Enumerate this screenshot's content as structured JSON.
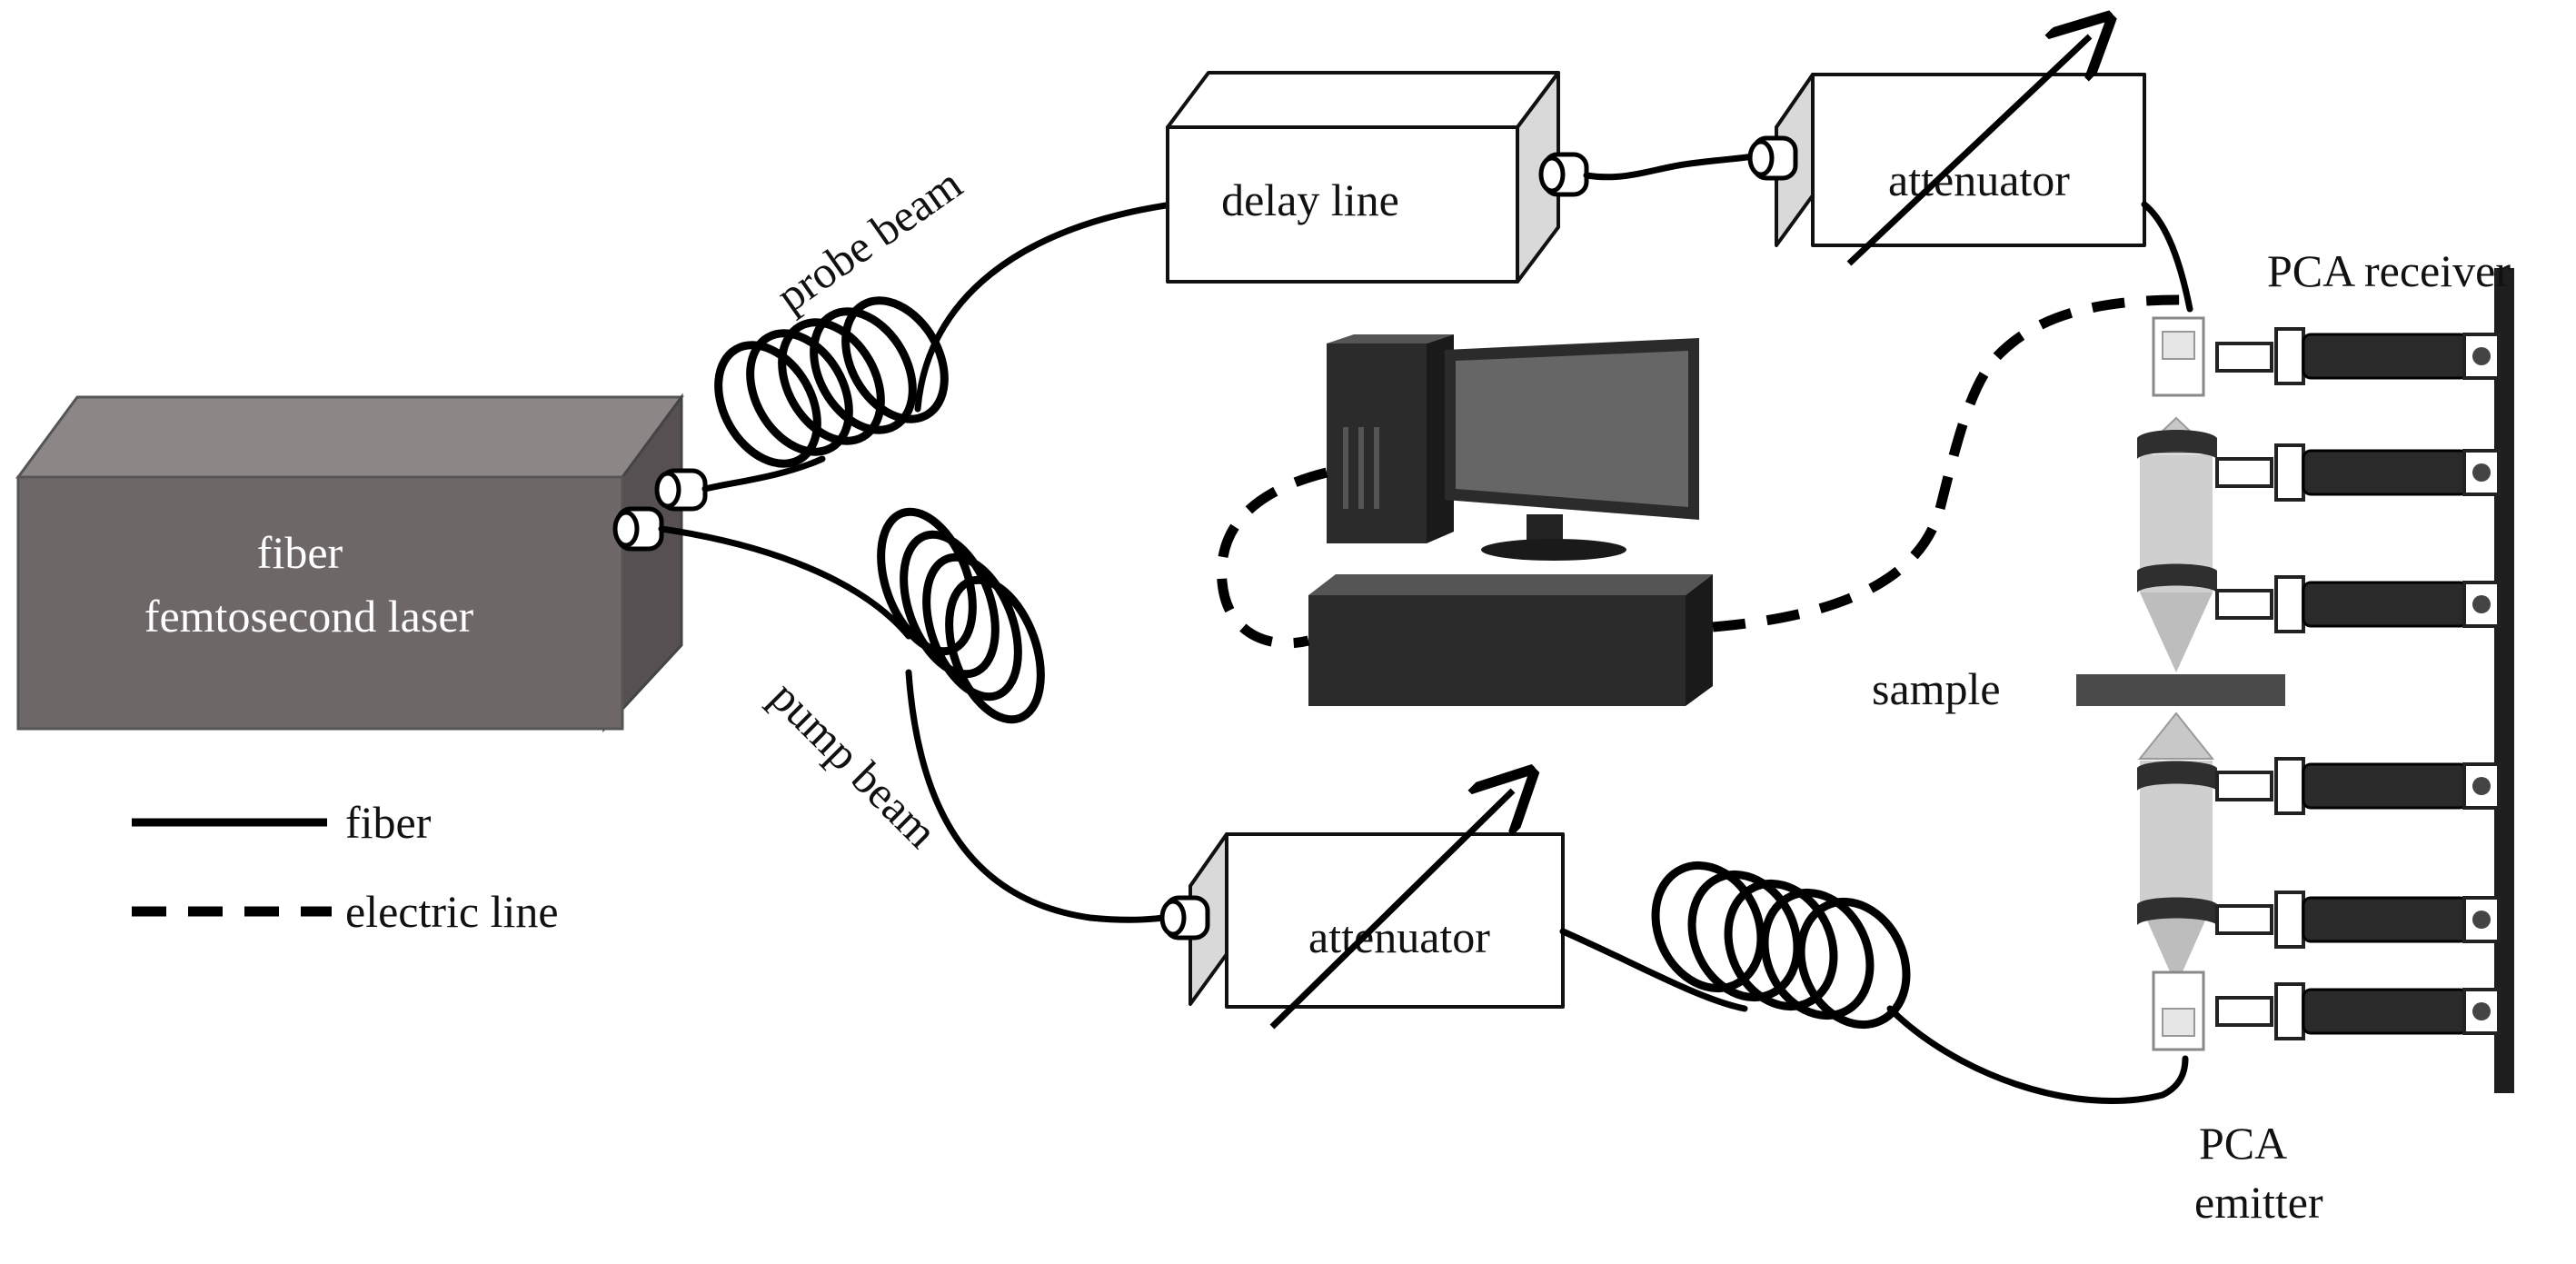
{
  "labels": {
    "laser_line1": "fiber",
    "laser_line2": "femtosecond laser",
    "probe_beam": "probe beam",
    "pump_beam": "pump beam",
    "delay_line": "delay line",
    "attenuator_top": "attenuator",
    "attenuator_bottom": "attenuator",
    "pca_receiver": "PCA receiver",
    "sample": "sample",
    "pca_emitter_line1": "PCA",
    "pca_emitter_line2": "emitter"
  },
  "legend": {
    "fiber": "fiber",
    "electric_line": "electric line"
  },
  "colors": {
    "laser_front": "#6e6768",
    "laser_top": "#8c8687",
    "laser_side": "#565052",
    "computer": "#2b2b2b",
    "lens": "#cfcfcf"
  }
}
